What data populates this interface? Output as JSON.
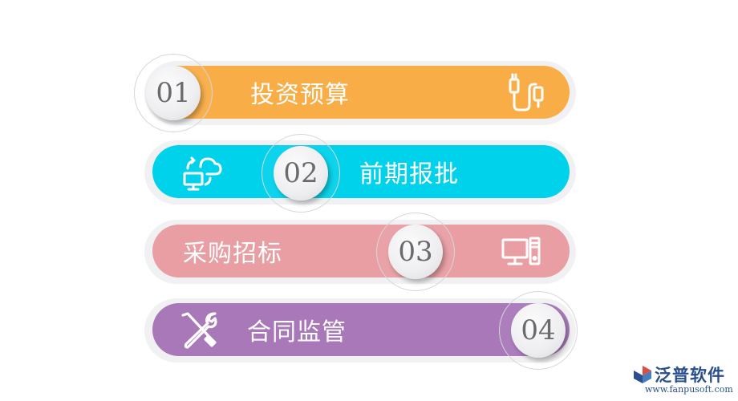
{
  "steps": [
    {
      "number": "01",
      "label": "投资预算",
      "color": "#f9ad46",
      "icon": "cable-plug-icon"
    },
    {
      "number": "02",
      "label": "前期报批",
      "color": "#00d2eb",
      "icon": "cloud-sync-monitor-icon"
    },
    {
      "number": "03",
      "label": "采购招标",
      "color": "#e89ea3",
      "icon": "desktop-computer-icon"
    },
    {
      "number": "04",
      "label": "合同监管",
      "color": "#a878b9",
      "icon": "wrench-screwdriver-icon"
    }
  ],
  "logo": {
    "name": "泛普软件",
    "url": "www.fanpusoft.com",
    "color": "#2a4f8c"
  }
}
